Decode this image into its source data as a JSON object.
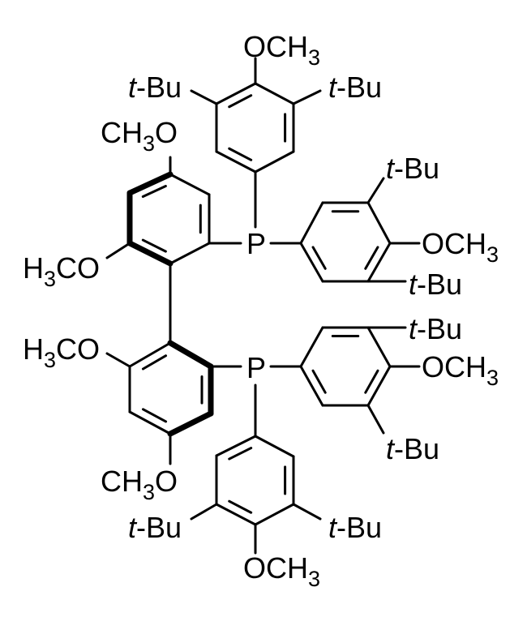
{
  "title": "Biaryl bisphosphine structure",
  "colors": {
    "ink": "#000000",
    "background": "#ffffff"
  },
  "labels": {
    "ring_a_och3": [
      {
        "t": "OCH"
      },
      {
        "t": "3",
        "sub": true
      }
    ],
    "ring_a_tbu_left": [
      {
        "t": "t",
        "it": true
      },
      {
        "t": "-Bu"
      }
    ],
    "ring_a_tbu_right": [
      {
        "t": "t",
        "it": true
      },
      {
        "t": "-Bu"
      }
    ],
    "ring_b_ch3o": [
      {
        "t": "CH"
      },
      {
        "t": "3",
        "sub": true
      },
      {
        "t": "O"
      }
    ],
    "ring_b_h3co": [
      {
        "t": "H"
      },
      {
        "t": "3",
        "sub": true
      },
      {
        "t": "CO"
      }
    ],
    "p_upper": [
      {
        "t": "P"
      }
    ],
    "ring_c_tbu_top": [
      {
        "t": "t",
        "it": true
      },
      {
        "t": "-Bu"
      }
    ],
    "ring_c_och3": [
      {
        "t": "OCH"
      },
      {
        "t": "3",
        "sub": true
      }
    ],
    "ring_c_tbu_bottom": [
      {
        "t": "t",
        "it": true
      },
      {
        "t": "-Bu"
      }
    ],
    "ring_d_h3co": [
      {
        "t": "H"
      },
      {
        "t": "3",
        "sub": true
      },
      {
        "t": "CO"
      }
    ],
    "p_lower": [
      {
        "t": "P"
      }
    ],
    "ring_f_tbu_top": [
      {
        "t": "t",
        "it": true
      },
      {
        "t": "-Bu"
      }
    ],
    "ring_f_och3": [
      {
        "t": "OCH"
      },
      {
        "t": "3",
        "sub": true
      }
    ],
    "ring_f_tbu_bottom": [
      {
        "t": "t",
        "it": true
      },
      {
        "t": "-Bu"
      }
    ],
    "ring_d_ch3o": [
      {
        "t": "CH"
      },
      {
        "t": "3",
        "sub": true
      },
      {
        "t": "O"
      }
    ],
    "ring_e_tbu_left": [
      {
        "t": "t",
        "it": true
      },
      {
        "t": "-Bu"
      }
    ],
    "ring_e_tbu_right": [
      {
        "t": "t",
        "it": true
      },
      {
        "t": "-Bu"
      }
    ],
    "ring_e_och3": [
      {
        "t": "OCH"
      },
      {
        "t": "3",
        "sub": true
      }
    ]
  }
}
